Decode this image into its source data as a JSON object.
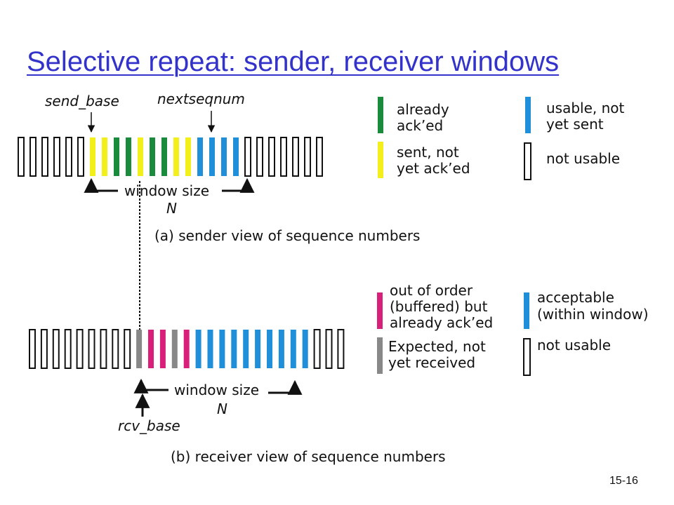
{
  "title": "Selective repeat: sender, receiver windows",
  "page_number": "15-16",
  "colors": {
    "title": "#3333cc",
    "acked": "#1a8a3c",
    "sent_not_acked": "#f2ef1a",
    "usable": "#1e8fd8",
    "buffered": "#d8207a",
    "expected": "#888888",
    "not_usable_stroke": "#111111"
  },
  "sender": {
    "send_base_label": "send_base",
    "nextseqnum_label": "nextseqnum",
    "window_size_label": "window size",
    "n_label": "N",
    "caption": "(a) sender view of sequence numbers",
    "slots": [
      "not_usable",
      "not_usable",
      "not_usable",
      "not_usable",
      "not_usable",
      "not_usable",
      "sent_not_acked",
      "sent_not_acked",
      "acked",
      "acked",
      "sent_not_acked",
      "acked",
      "acked",
      "sent_not_acked",
      "sent_not_acked",
      "usable",
      "usable",
      "usable",
      "usable",
      "not_usable",
      "not_usable",
      "not_usable",
      "not_usable",
      "not_usable",
      "not_usable",
      "not_usable"
    ]
  },
  "receiver": {
    "rcv_base_label": "rcv_base",
    "window_size_label": "window size",
    "n_label": "N",
    "caption": "(b) receiver view of sequence numbers",
    "slots": [
      "not_usable",
      "not_usable",
      "not_usable",
      "not_usable",
      "not_usable",
      "not_usable",
      "not_usable",
      "not_usable",
      "not_usable",
      "expected",
      "buffered",
      "buffered",
      "expected",
      "buffered",
      "usable",
      "usable",
      "usable",
      "usable",
      "usable",
      "usable",
      "usable",
      "usable",
      "usable",
      "usable",
      "not_usable",
      "not_usable",
      "not_usable"
    ]
  },
  "legend_sender": {
    "acked": [
      "already",
      "ack’ed"
    ],
    "sent_not_acked": [
      "sent, not",
      "yet ack’ed"
    ],
    "usable": [
      "usable, not",
      "yet sent"
    ],
    "not_usable": [
      "not usable"
    ]
  },
  "legend_receiver": {
    "buffered": [
      "out of order",
      "(buffered) but",
      "already ack’ed"
    ],
    "expected": [
      "Expected,  not",
      "yet received"
    ],
    "acceptable": [
      "acceptable",
      "(within window)"
    ],
    "not_usable": [
      "not usable"
    ]
  }
}
